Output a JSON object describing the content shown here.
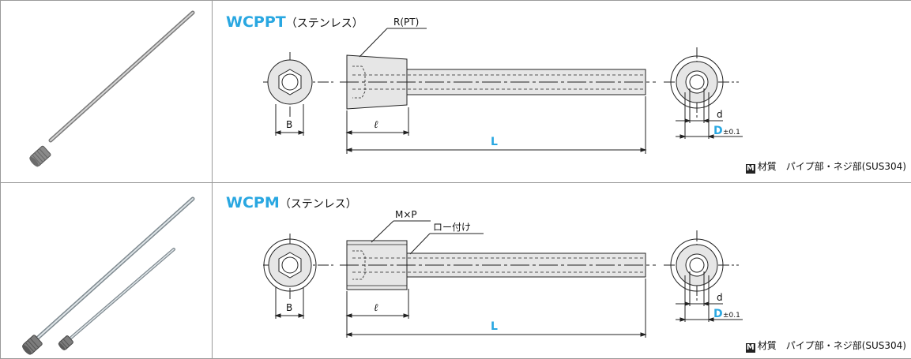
{
  "rows": [
    {
      "model": "WCPPT",
      "material_paren": "（ステンレス）",
      "thread_label": "R(PT)",
      "labels": {
        "B": "B",
        "ell": "ℓ",
        "L": "L",
        "d": "d",
        "D": "D",
        "tol": "±0.1"
      },
      "material_mark": "M",
      "material_text": "材質　パイプ部・ネジ部(SUS304)"
    },
    {
      "model": "WCPM",
      "material_paren": "（ステンレス）",
      "thread_label": "M×P",
      "braze_label": "ロー付け",
      "labels": {
        "B": "B",
        "ell": "ℓ",
        "L": "L",
        "d": "d",
        "D": "D",
        "tol": "±0.1"
      },
      "material_mark": "M",
      "material_text": "材質　パイプ部・ネジ部(SUS304)"
    }
  ],
  "colors": {
    "accent": "#29a7e1",
    "line": "#222222",
    "fill": "#e6e6e6",
    "border": "#9a9a9a"
  }
}
